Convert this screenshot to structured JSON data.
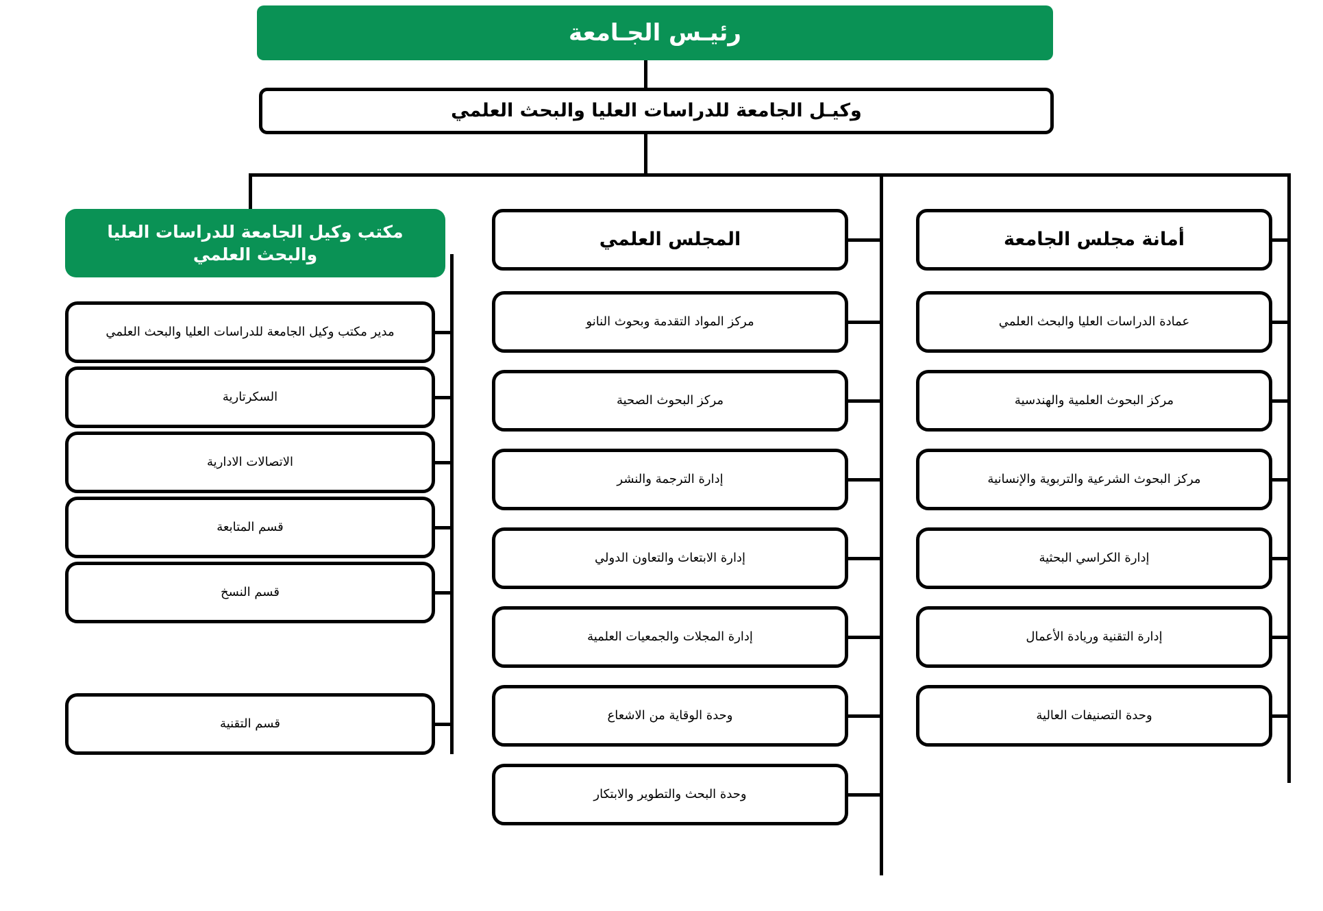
{
  "chart": {
    "type": "organization-chart",
    "title_top": "رئيـس الجـامعة",
    "accent_color": "#0a9255",
    "line_color": "#000000",
    "background": "#ffffff"
  },
  "root": {
    "label": "رئيـس الجـامعة"
  },
  "vice_president": {
    "label": "وكيـل الجامعة للدراسات العليا والبحث العلمي"
  },
  "columns": [
    {
      "id": "office-column",
      "highlight": true,
      "header": "مكتب وكيل الجامعة للدراسات العليا والبحث العلمي",
      "items": [
        "مدير مكتب وكيل الجامعة للدراسات العليا والبحث العلمي",
        "السكرتارية",
        "الاتصالات الادارية",
        "قسم المتابعة",
        "قسم النسخ",
        "قسم التقنية"
      ]
    },
    {
      "id": "scientific-council-column",
      "highlight": false,
      "header": "المجلس العلمي",
      "items": [
        "مركز المواد التقدمة وبحوث النانو",
        "مركز البحوث الصحية",
        "إدارة الترجمة والنشر",
        "إدارة الابتعاث والتعاون الدولي",
        "إدارة المجلات والجمعيات العلمية",
        "وحدة الوقاية من الاشعاع",
        "وحدة البحث والتطوير والابتكار"
      ]
    },
    {
      "id": "university-council-secretariat-column",
      "highlight": false,
      "header": "أمانة مجلس الجامعة",
      "items": [
        "عمادة الدراسات العليا والبحث العلمي",
        "مركز البحوث العلمية والهندسية",
        "مركز البحوث الشرعية والتربوية والإنسانية",
        "إدارة الكراسي البحثية",
        "إدارة التقنية وريادة الأعمال",
        "وحدة التصنيفات العالية"
      ]
    }
  ]
}
